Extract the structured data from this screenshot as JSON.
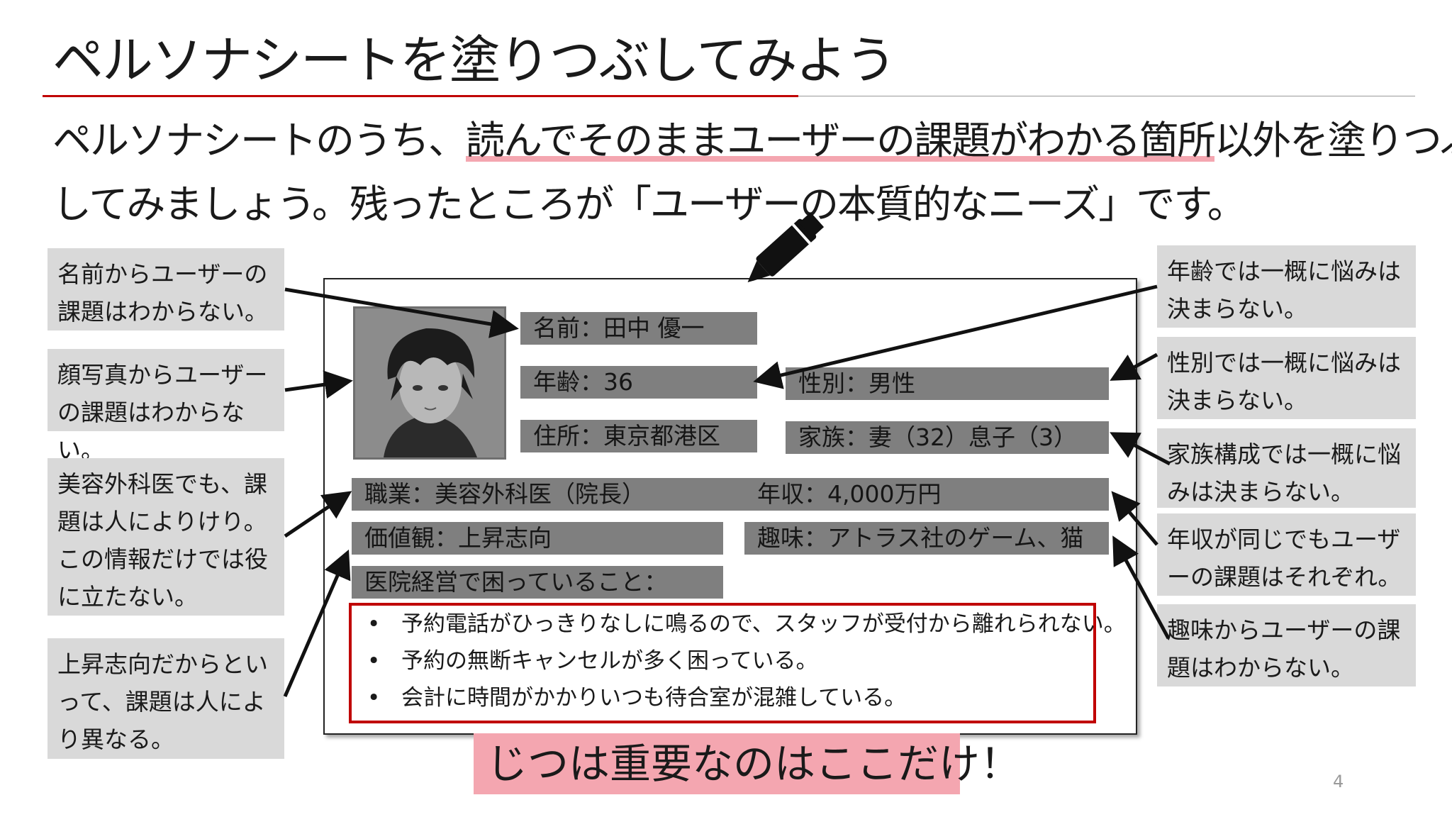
{
  "title": "ペルソナシートを塗りつぶしてみよう",
  "intro": {
    "line1_pre": "ペルソナシートのうち、",
    "line1_highlight": "読んでそのままユーザーの課題がわかる箇所",
    "line1_post": "以外を塗りつぶ",
    "line2": "してみましょう。残ったところが「ユーザーの本質的なニーズ」です。"
  },
  "left_notes": [
    "名前からユーザーの課題はわからない。",
    "顔写真からユーザーの課題はわからない。",
    "美容外科医でも、課題は人によりけり。この情報だけでは役に立たない。",
    "上昇志向だからといって、課題は人により異なる。"
  ],
  "right_notes": [
    "年齢では一概に悩みは決まらない。",
    "性別では一概に悩みは決まらない。",
    "家族構成では一概に悩みは決まらない。",
    "年収が同じでもユーザーの課題はそれぞれ。",
    "趣味からユーザーの課題はわからない。"
  ],
  "persona": {
    "name": "名前：田中 優一",
    "age": "年齢：36",
    "gender": "性別：男性",
    "address": "住所：東京都港区",
    "family": "家族：妻（32）息子（3）",
    "job": "職業：美容外科医（院長）",
    "income": "年収：4,000万円",
    "values": "価値観：上昇志向",
    "hobby": "趣味：アトラス社のゲーム、猫",
    "issues_label": "医院経営で困っていること：",
    "issues": [
      "予約電話がひっきりなしに鳴るので、スタッフが受付から離れられない。",
      "予約の無断キャンセルが多く困っている。",
      "会計に時間がかかりいつも待合室が混雑している。"
    ]
  },
  "callout": "じつは重要なのはここだけ！",
  "page_number": "4",
  "colors": {
    "accent_red": "#c00000",
    "highlight_pink": "#f4a6b0",
    "note_gray": "#d9d9d9",
    "field_gray": "#7f7f7f"
  }
}
